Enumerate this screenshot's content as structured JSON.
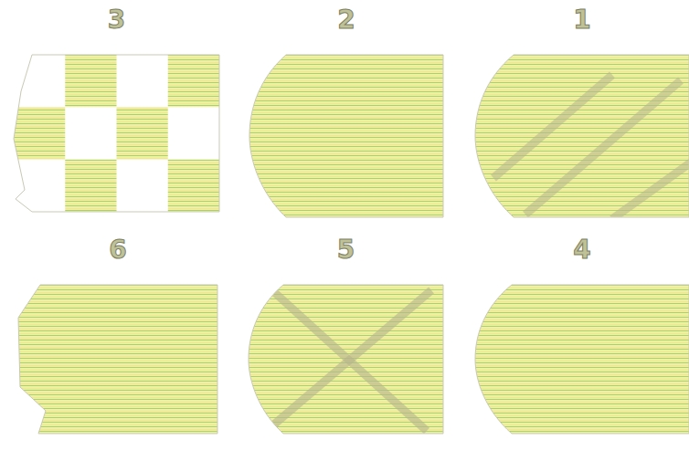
{
  "diagram": {
    "nodes": [
      {
        "text": [
          "3"
        ]
      },
      {
        "text": [
          "2"
        ]
      },
      {
        "text": [
          "1"
        ]
      },
      {
        "text": [
          "6"
        ]
      },
      {
        "text": [
          "5"
        ]
      },
      {
        "text": [
          "4"
        ]
      }
    ]
  }
}
